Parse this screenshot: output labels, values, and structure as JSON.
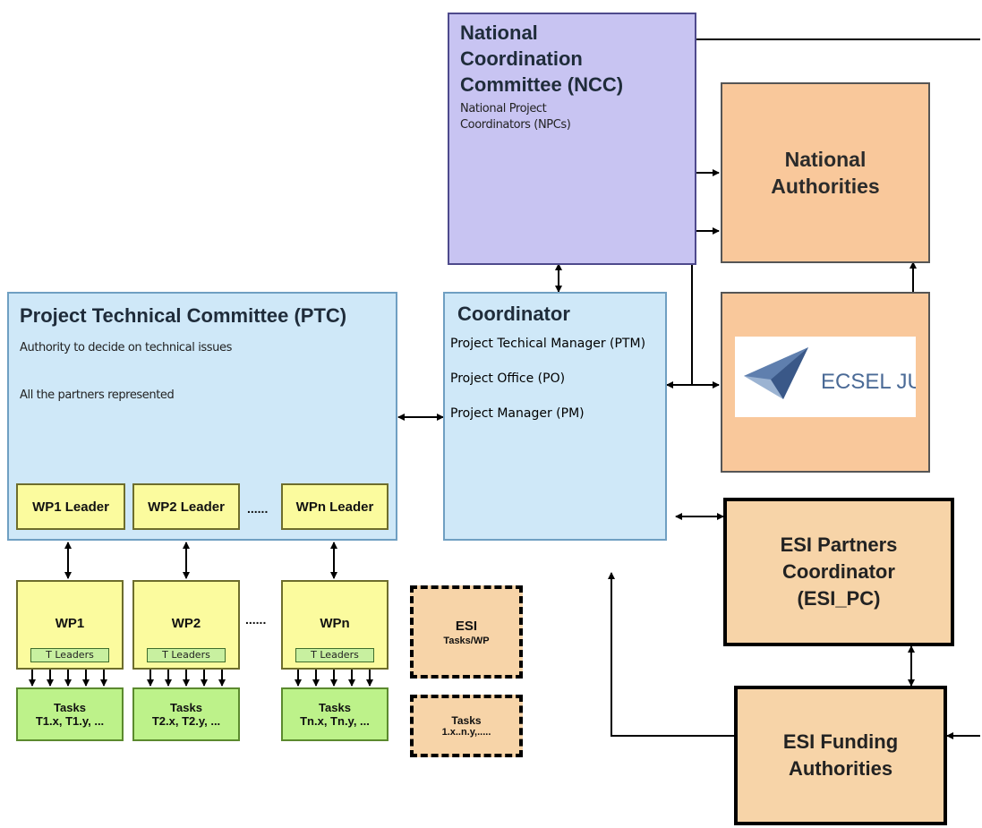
{
  "ncc": {
    "title": "National Coordination Committee (NCC)",
    "subtitle": "National Project Coordinators (NPCs)"
  },
  "national_authorities": {
    "title": "National Authorities"
  },
  "ecsel": {
    "logo_text": "ECSEL JU"
  },
  "ptc": {
    "title": "Project Technical Committee (PTC)",
    "line1": "Authority to decide on technical issues",
    "line2": "All the partners represented",
    "leaders": [
      "WP1 Leader",
      "WP2 Leader",
      "WPn Leader"
    ],
    "ellipsis": "......"
  },
  "coordinator": {
    "title": "Coordinator",
    "roles": [
      "Project Techical Manager (PTM)",
      "Project Office (PO)",
      "Project Manager (PM)"
    ]
  },
  "work_packages": [
    {
      "name": "WP1",
      "leaders": "T Leaders",
      "tasks_title": "Tasks",
      "tasks": "T1.x, T1.y, ..."
    },
    {
      "name": "WP2",
      "leaders": "T Leaders",
      "tasks_title": "Tasks",
      "tasks": "T2.x, T2.y, ..."
    },
    {
      "name": "WPn",
      "leaders": "T Leaders",
      "tasks_title": "Tasks",
      "tasks": "Tn.x, Tn.y, ..."
    }
  ],
  "wp_ellipsis": "......",
  "esi": {
    "title": "ESI",
    "sub": "Tasks/WP",
    "tasks_title": "Tasks",
    "tasks": "1.x..n.y,....."
  },
  "esi_pc": {
    "title": "ESI Partners Coordinator (ESI_PC)"
  },
  "esi_funding": {
    "title": "ESI Funding Authorities"
  },
  "colors": {
    "blue_box": "#cfe8f8",
    "purple_box": "#c8c4f2",
    "orange_box": "#f9c89b",
    "tan_box": "#f7d4a8",
    "yellow_box": "#fbfb9e",
    "green_box": "#bdf28a",
    "ecsel_logo_blue": "#4a6a96"
  }
}
